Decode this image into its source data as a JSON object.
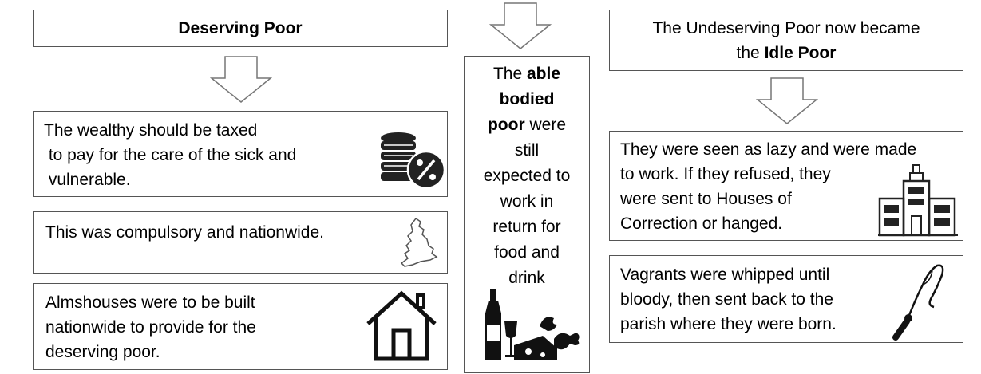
{
  "left": {
    "heading": "Deserving Poor",
    "box1": {
      "line1": "The wealthy should be taxed",
      "line2": " to pay for the care of the sick and",
      "line3": " vulnerable."
    },
    "box2": {
      "text": "This was compulsory and nationwide."
    },
    "box3": {
      "line1": "Almshouses were to be built",
      "line2": "nationwide to provide for the",
      "line3": "deserving poor."
    }
  },
  "middle": {
    "l1a": "The ",
    "l1b": "able",
    "l2": "bodied",
    "l3a": "poor",
    "l3b": " were",
    "l4": "still",
    "l5": "expected to",
    "l6": "work in",
    "l7": "return for",
    "l8": "food and",
    "l9": "drink"
  },
  "right": {
    "heading_line1": "The Undeserving Poor now became",
    "heading_line2a": "the ",
    "heading_line2b": "Idle Poor",
    "box1": {
      "line1": "They were seen as lazy and were made",
      "line2": "to work. If they refused, they",
      "line3": "were sent to Houses of",
      "line4": "Correction or hanged."
    },
    "box2": {
      "line1": "Vagrants were whipped until",
      "line2": "bloody, then sent back to the",
      "line3": "parish where they were born."
    }
  },
  "icons": [
    "coins-percent-icon",
    "england-map-icon",
    "house-icon",
    "food-drink-icon",
    "building-icon",
    "whip-icon",
    "down-arrow-icon"
  ]
}
